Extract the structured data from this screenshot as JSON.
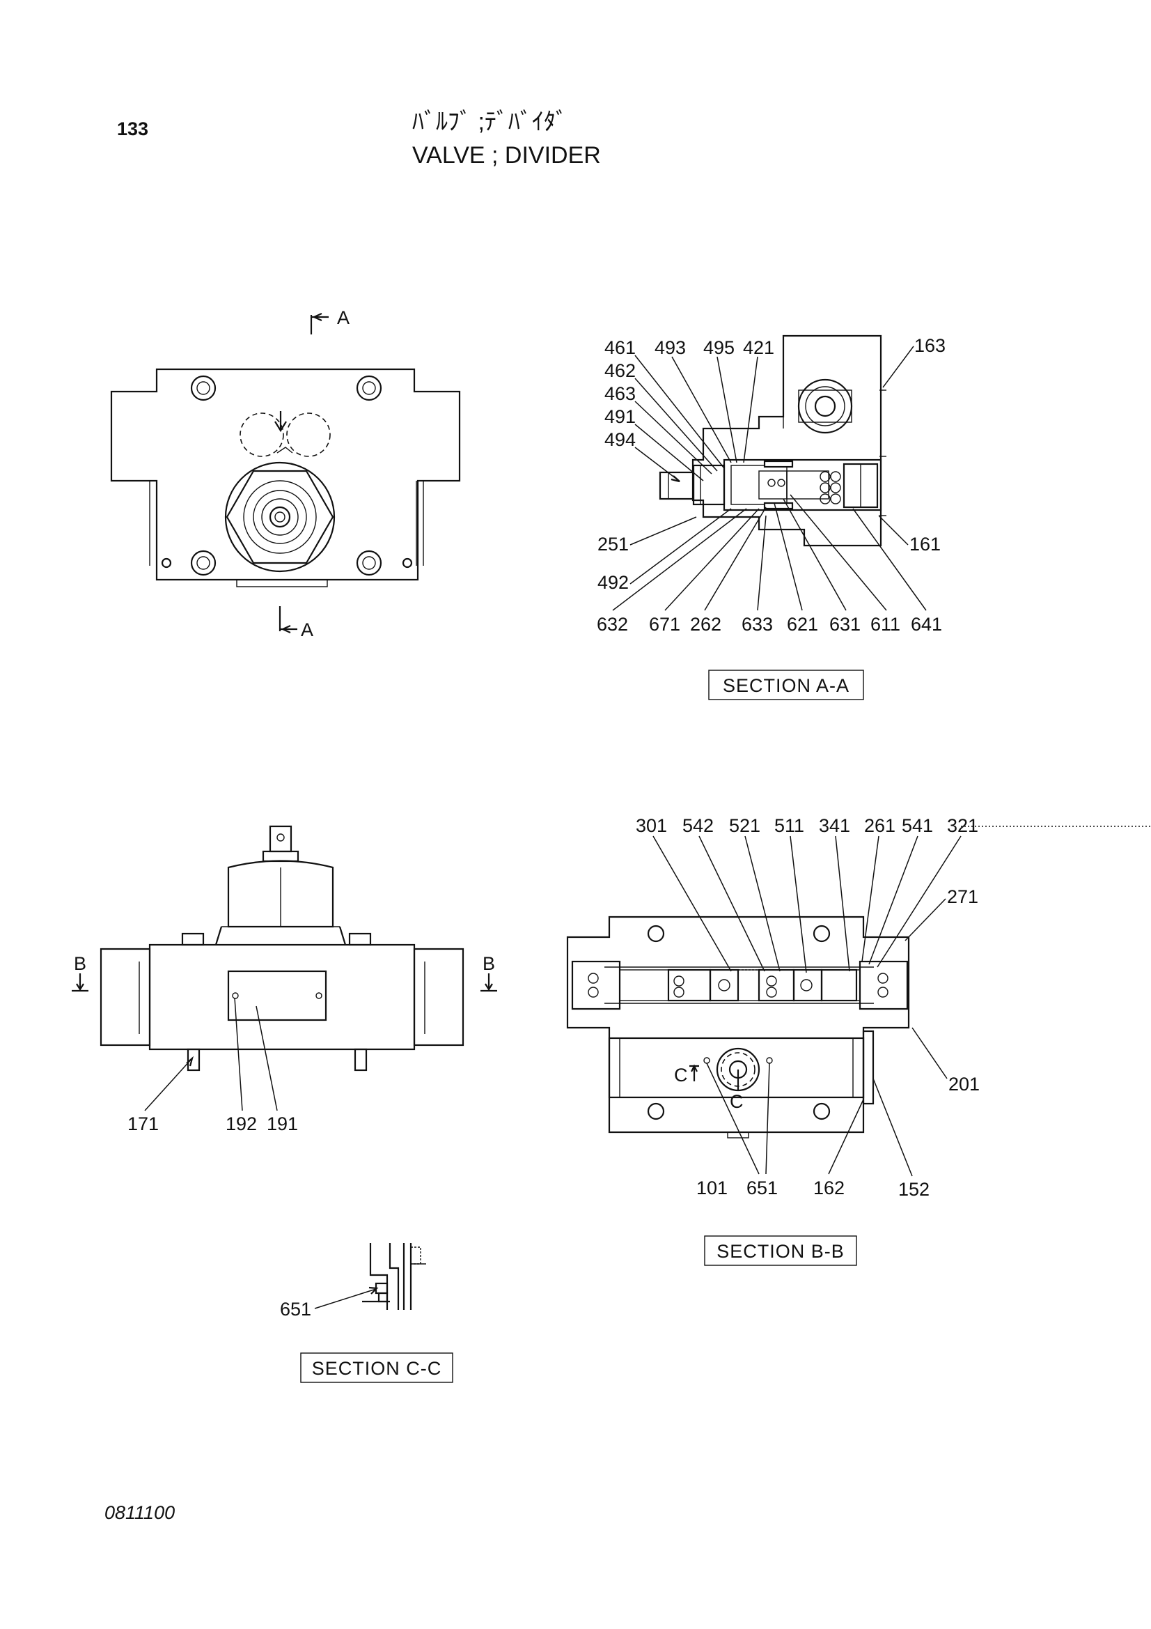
{
  "header": {
    "page_number": "133",
    "title_jp": "ﾊﾞﾙﾌﾞ ;ﾃﾞﾊﾞｲﾀﾞ",
    "title_en": "VALVE ; DIVIDER"
  },
  "views": {
    "front": {
      "cut_marker_top": "A",
      "cut_marker_bottom": "A"
    },
    "section_aa": {
      "caption": "SECTION A-A",
      "callouts": {
        "c461": "461",
        "c462": "462",
        "c463": "463",
        "c491": "491",
        "c494": "494",
        "c493": "493",
        "c495": "495",
        "c421": "421",
        "c163": "163",
        "c251": "251",
        "c492": "492",
        "c161": "161",
        "c632": "632",
        "c671": "671",
        "c262": "262",
        "c633": "633",
        "c621": "621",
        "c631": "631",
        "c611": "611",
        "c641": "641"
      }
    },
    "side": {
      "cut_marker_left": "B",
      "cut_marker_right": "B",
      "callouts": {
        "c171": "171",
        "c192": "192",
        "c191": "191"
      }
    },
    "section_bb": {
      "caption": "SECTION B-B",
      "cut_marker_left": "C",
      "cut_marker_right": "C",
      "callouts": {
        "c301": "301",
        "c542": "542",
        "c521": "521",
        "c511": "511",
        "c341": "341",
        "c261": "261",
        "c541": "541",
        "c321": "321",
        "c271": "271",
        "c201": "201",
        "c101": "101",
        "c651": "651",
        "c162": "162",
        "c152": "152"
      }
    },
    "section_cc": {
      "caption": "SECTION C-C",
      "callouts": {
        "c651": "651"
      }
    }
  },
  "footer": {
    "drawing_code": "0811100"
  }
}
